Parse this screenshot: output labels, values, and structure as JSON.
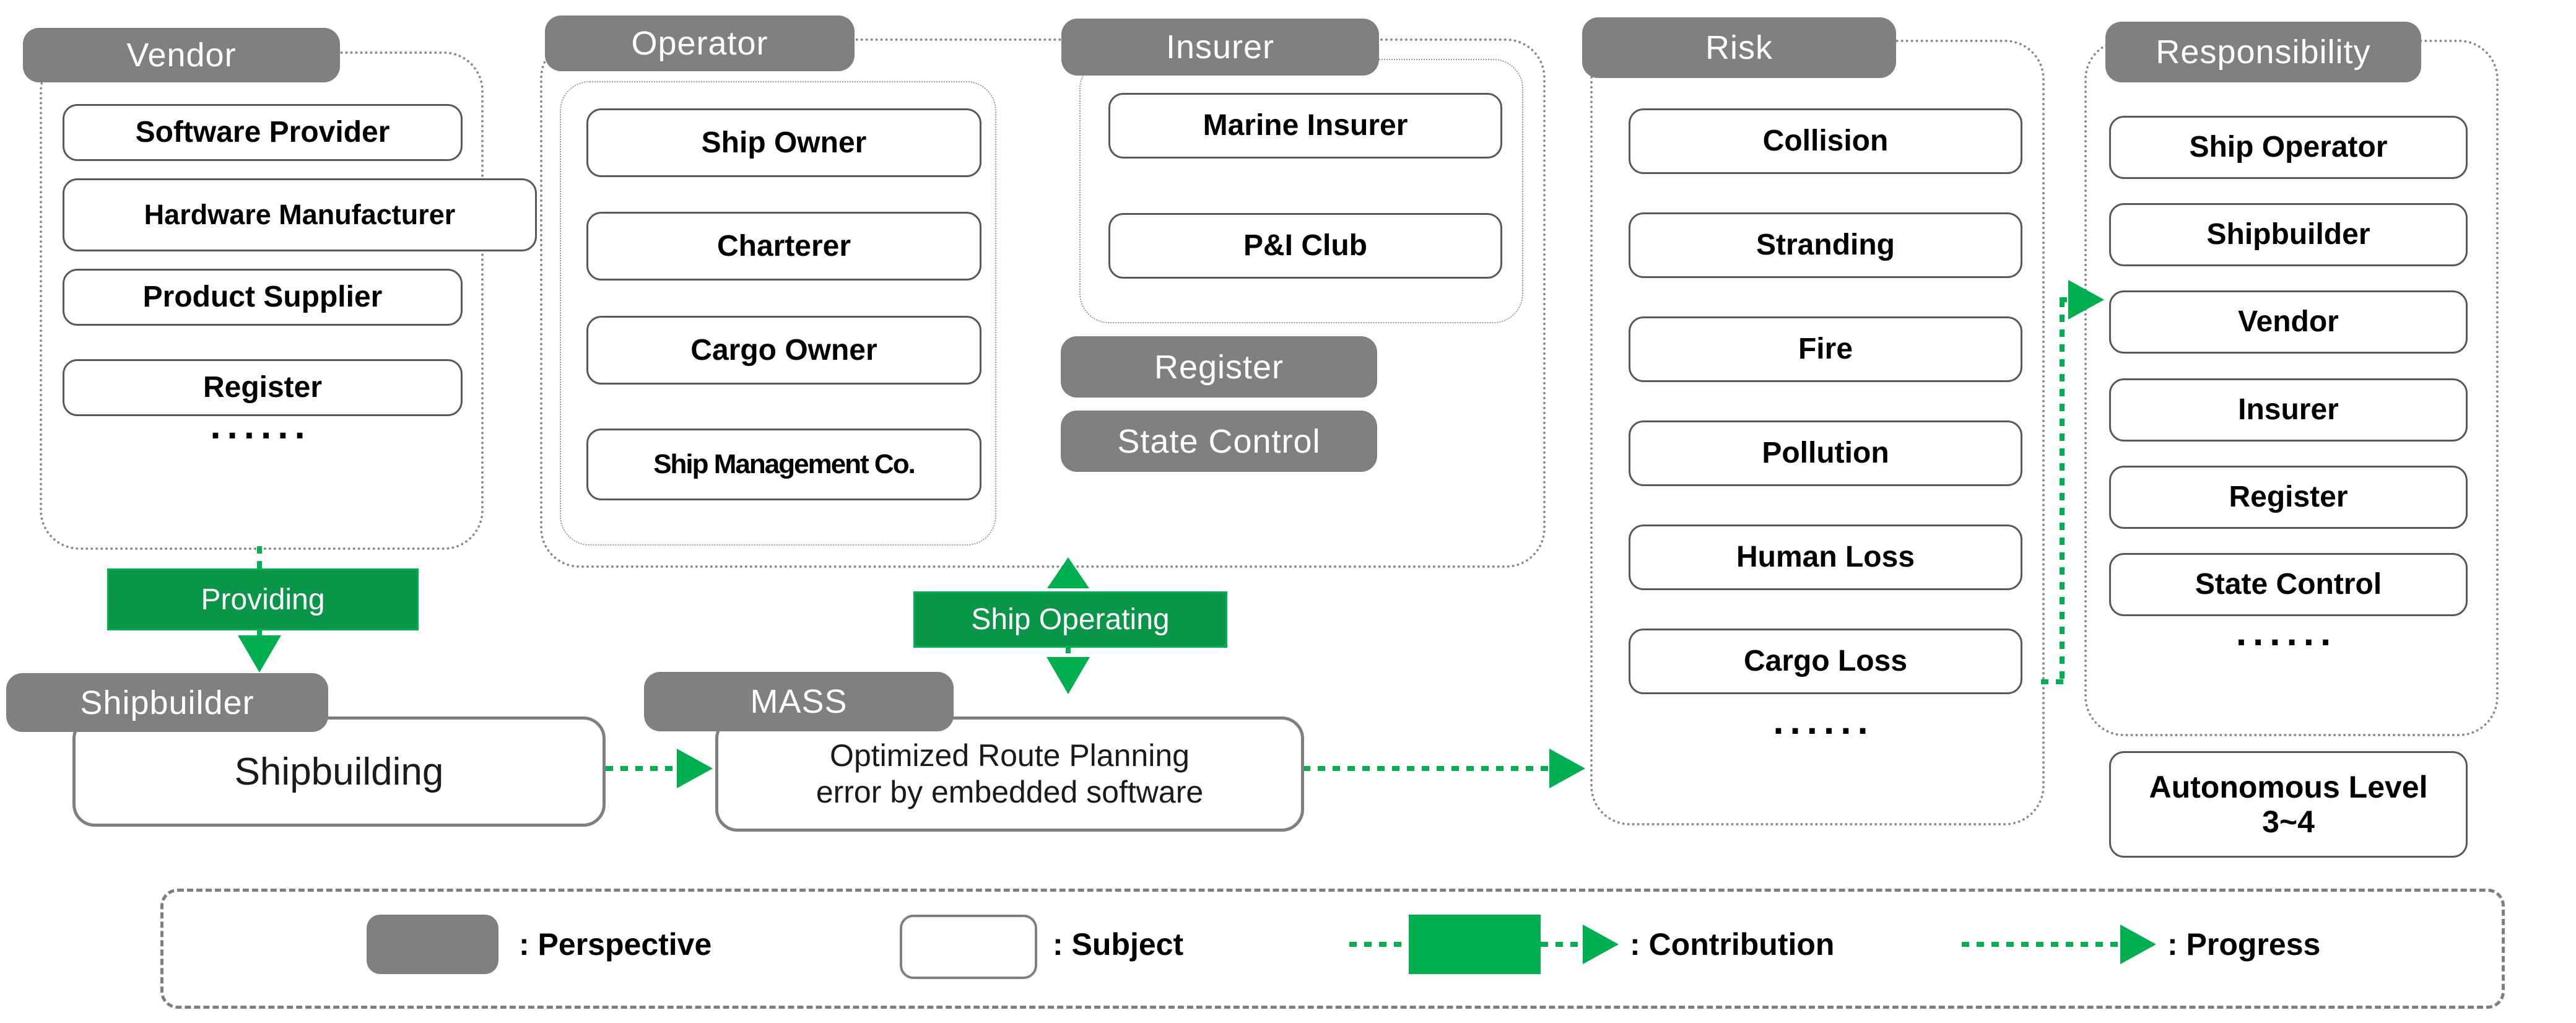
{
  "columns": {
    "vendor": {
      "tag": "Vendor",
      "items": [
        "Software Provider",
        "Hardware Manufacturer",
        "Product Supplier",
        "Register"
      ],
      "more": "......"
    },
    "operator": {
      "tag": "Operator",
      "items": [
        "Ship Owner",
        "Charterer",
        "Cargo Owner",
        "Ship Management Co."
      ]
    },
    "insurer": {
      "tag": "Insurer",
      "items": [
        "Marine Insurer",
        "P&I Club"
      ],
      "below_tags": [
        "Register",
        "State Control"
      ]
    },
    "risk": {
      "tag": "Risk",
      "items": [
        "Collision",
        "Stranding",
        "Fire",
        "Pollution",
        "Human Loss",
        "Cargo Loss"
      ],
      "more": "......"
    },
    "responsibility": {
      "tag": "Responsibility",
      "items": [
        "Ship Operator",
        "Shipbuilder",
        "Vendor",
        "Insurer",
        "Register",
        "State Control"
      ],
      "more": "......",
      "level_line1": "Autonomous Level",
      "level_line2": "3~4"
    }
  },
  "flow": {
    "providing_label": "Providing",
    "shipbuilder_tag": "Shipbuilder",
    "shipbuilding_label": "Shipbuilding",
    "mass_tag": "MASS",
    "mass_line1": "Optimized Route Planning",
    "mass_line2": "error by embedded software",
    "ship_operating_label": "Ship Operating"
  },
  "legend": {
    "perspective": ": Perspective",
    "subject": ": Subject",
    "contribution": ": Contribution",
    "progress": ": Progress"
  },
  "colors": {
    "green_fill": "#0a9648",
    "green_bright": "#00b050",
    "gray": "#808080"
  }
}
